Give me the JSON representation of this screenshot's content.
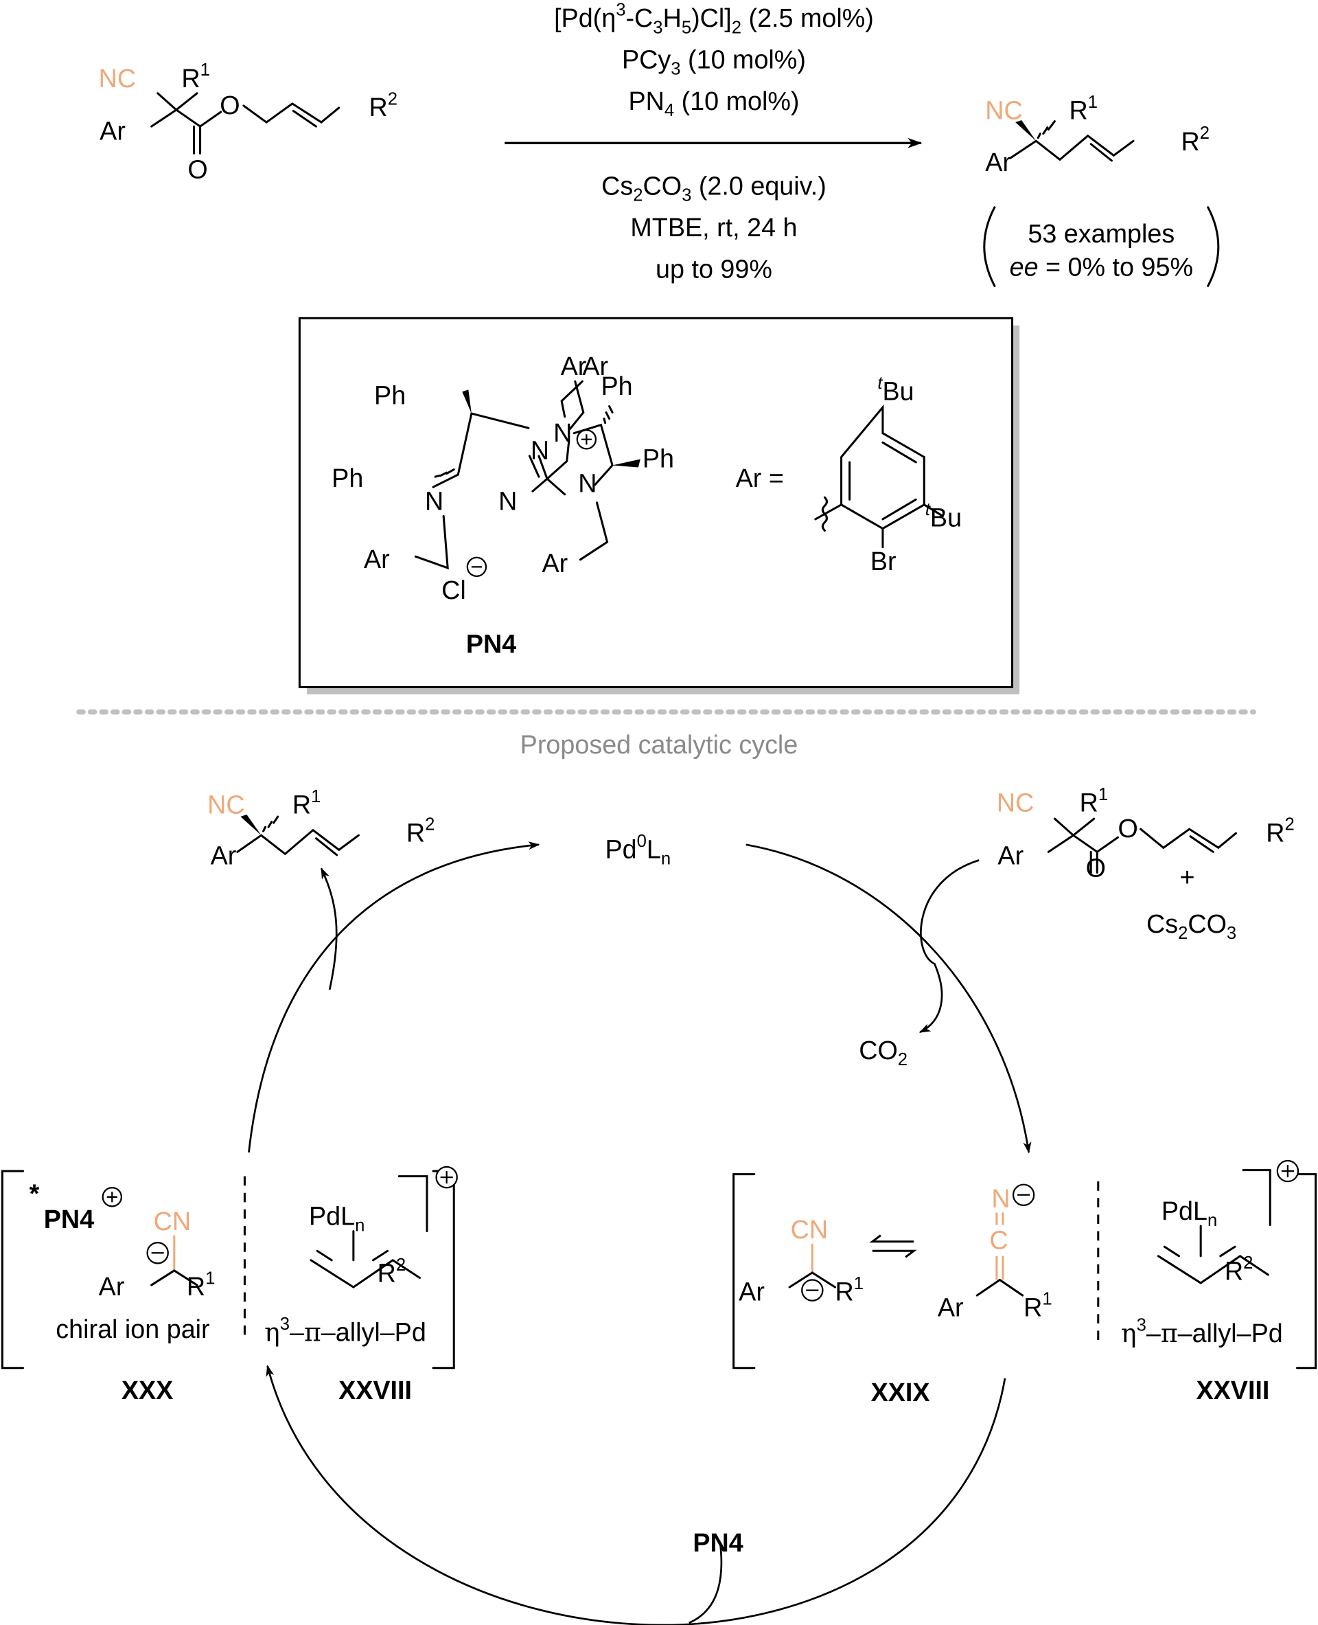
{
  "reaction": {
    "conditions_above": [
      {
        "text": "[Pd(η",
        "sup": "3",
        "mid": "-C",
        "sub1": "3",
        "mid2": "H",
        "sub2": "5",
        "mid3": ")Cl]",
        "sub3": "2",
        "tail": " (2.5 mol%)"
      },
      {
        "text": "PCy",
        "sub": "3",
        "tail": " (10 mol%)"
      },
      {
        "text": "PN",
        "sub": "4",
        "tail": " (10 mol%)"
      }
    ],
    "conditions_below": [
      {
        "text": "Cs",
        "sub": "2",
        "mid": "CO",
        "sub2": "3",
        "tail": " (2.0 equiv.)"
      },
      {
        "text": "MTBE, rt, 24 h"
      },
      {
        "text": "up to 99%"
      }
    ],
    "result": {
      "examples": "53 examples",
      "ee_label": "ee",
      "ee_range": " = 0% to 95%"
    }
  },
  "labels": {
    "nc": "NC",
    "cn": "CN",
    "ar": "Ar",
    "r": "R",
    "one": "1",
    "two": "2",
    "o": "O",
    "n": "N",
    "c": "C",
    "ph": "Ph",
    "cl": "Cl",
    "br": "Br",
    "tbu_t": "t",
    "tbu": "Bu",
    "ar_eq": "Ar =",
    "plus": "+"
  },
  "catalyst": {
    "name": "PN4"
  },
  "cycle": {
    "section_title": "Proposed catalytic cycle",
    "pd0": {
      "a": "Pd",
      "sup": "0",
      "b": "L",
      "sub": "n"
    },
    "base": {
      "a": "Cs",
      "sub": "2",
      "b": "CO",
      "sub2": "3"
    },
    "co2": {
      "a": "CO",
      "sub": "2"
    },
    "pdln": {
      "a": "PdL",
      "sub": "n"
    },
    "allyl_label": {
      "eta": "η",
      "sup": "3",
      "rest1": "–",
      "pi": "π",
      "rest2": "–allyl–Pd"
    },
    "ion_pair_label": "chiral ion pair",
    "star": "*",
    "pn4_cation": "PN4",
    "pn4_bottom": "PN4",
    "intermediates": {
      "xxx": "XXX",
      "xxviii_left": "XXVIII",
      "xxix": "XXIX",
      "xxviii_right": "XXVIII"
    }
  },
  "colors": {
    "accent_orange": "#EFA878",
    "caption_grey": "#8a8a8a",
    "separator_grey": "#c0c0c0",
    "box_shadow": "#c0c0c0"
  }
}
